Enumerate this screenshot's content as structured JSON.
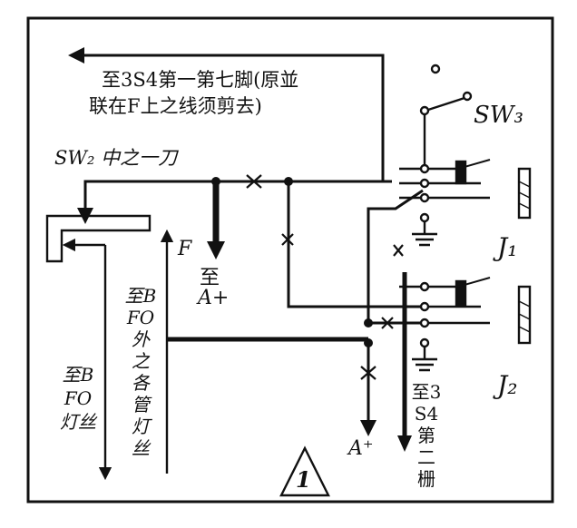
{
  "figure": {
    "number": "1",
    "labels": {
      "note_line1": "至3S4第一第七脚(原並",
      "note_line2": "联在F上之线须剪去)",
      "sw2": "SW₂ 中之一刀",
      "sw3": "SW₃",
      "j1": "J₁",
      "j2": "J₂",
      "to_a_plus_1": "至",
      "a_plus_1": "A+",
      "a_plus_2": "A⁺",
      "f": "F",
      "bfo_outer_tube_filaments": "至BFO外之各管灯丝",
      "bfo_filament": "至BFO灯丝",
      "tube_3s4_screen": "至3S4第二栅"
    }
  },
  "colors": {
    "ink": "#111111",
    "paper": "#ffffff"
  }
}
